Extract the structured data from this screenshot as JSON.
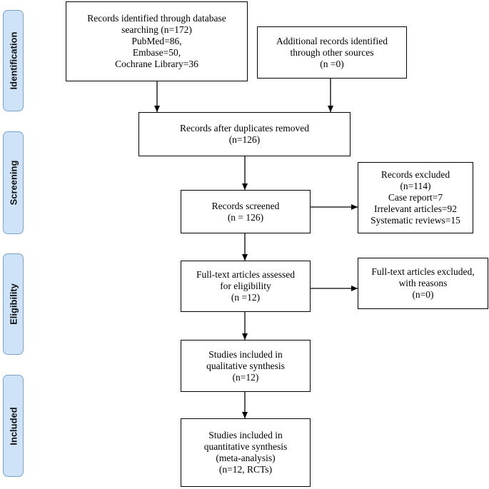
{
  "stages": [
    {
      "id": "identification",
      "label": "Identification"
    },
    {
      "id": "screening",
      "label": "Screening"
    },
    {
      "id": "eligibility",
      "label": "Eligibility"
    },
    {
      "id": "included",
      "label": "Included"
    }
  ],
  "boxes": {
    "identified_database": [
      "Records identified through database",
      "searching (n=172)",
      "PubMed=86,",
      "Embase=50,",
      "Cochrane Library=36"
    ],
    "identified_other": [
      "Additional records identified",
      "through other sources",
      "(n =0)"
    ],
    "after_duplicates": [
      "Records after duplicates removed",
      "(n=126)"
    ],
    "screened": [
      "Records screened",
      "(n = 126)"
    ],
    "excluded": [
      "Records excluded",
      "(n=114)",
      "Case report=7",
      "Irrelevant articles=92",
      "Systematic reviews=15"
    ],
    "fulltext_assessed": [
      "Full-text articles assessed",
      "for eligibility",
      "(n =12)"
    ],
    "fulltext_excluded": [
      "Full-text articles excluded,",
      "with reasons",
      "(n=0)"
    ],
    "qualitative": [
      "Studies included in",
      "qualitative synthesis",
      "(n=12)"
    ],
    "quantitative": [
      "Studies included in",
      "quantitative synthesis",
      "(meta-analysis)",
      "(n=12, RCTs)"
    ]
  }
}
